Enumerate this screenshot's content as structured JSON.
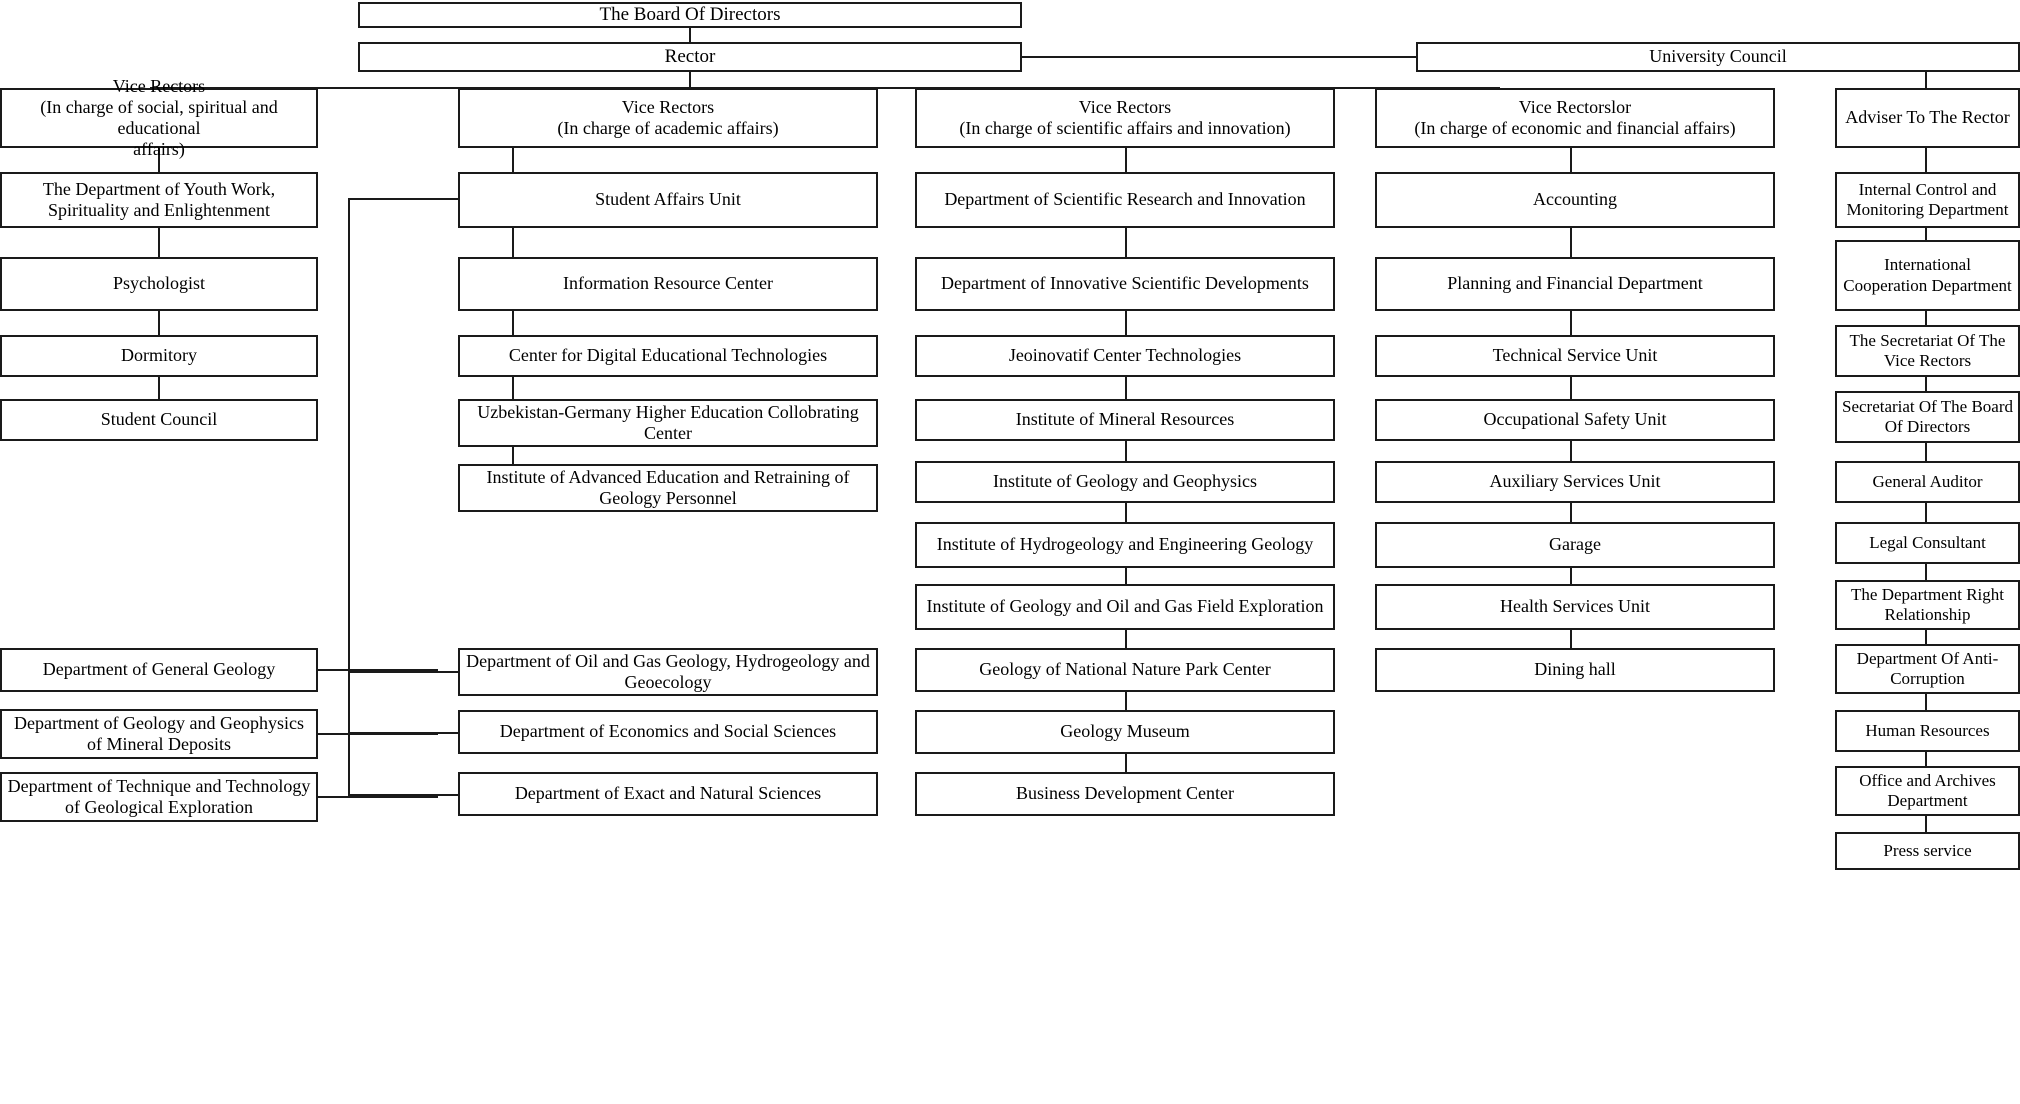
{
  "title": "University Organizational Structure Chart",
  "top": {
    "board": "The Board Of Directors",
    "rector": "Rector",
    "university_council": "University Council"
  },
  "columns": [
    {
      "id": "social",
      "head": "Vice Rectors\n(In charge of social, spiritual and educational affairs)",
      "head_line1": "Vice Rectors",
      "head_line2": "(In charge of social, spiritual and educational",
      "head_line3": "affairs)",
      "items": [
        "The Department of Youth Work, Spirituality and Enlightenment",
        "Psychologist",
        "Dormitory",
        "Student Council"
      ],
      "departments": [
        "Department of General Geology",
        "Department of Geology and Geophysics of Mineral Deposits",
        "Department of Technique and Technology of Geological Exploration"
      ]
    },
    {
      "id": "academic",
      "head_line1": "Vice Rectors",
      "head_line2": "(In charge of academic affairs)",
      "items": [
        "Student Affairs Unit",
        "Information Resource Center",
        "Center for Digital Educational Technologies",
        "Uzbekistan-Germany Higher Education Collobrating Center",
        "Institute of Advanced Education and Retraining of Geology Personnel"
      ],
      "departments": [
        "Department of Oil and Gas Geology, Hydrogeology and Geoecology",
        "Department of Economics and Social Sciences",
        "Department of Exact and  Natural Sciences"
      ]
    },
    {
      "id": "scientific",
      "head_line1": "Vice Rectors",
      "head_line2": "(In charge of scientific affairs and innovation)",
      "items": [
        "Department of Scientific Research and Innovation",
        "Department of Innovative  Scientific Developments",
        "Jeoinovatif Center Technologies",
        "Institute of Mineral Resources",
        "Institute of Geology and Geophysics",
        "Institute of Hydrogeology and Engineering Geology",
        "Institute of Geology and Oil and Gas Field Exploration",
        "Geology of National Nature Park Center",
        "Geology Museum",
        "Business Development Center"
      ]
    },
    {
      "id": "economic",
      "head_line1": "Vice Rectorslor",
      "head_line2": "(In charge of economic and financial affairs)",
      "items": [
        "Accounting",
        "Planning and Financial Department",
        "Technical Service Unit",
        "Occupational Safety Unit",
        "Auxiliary Services Unit",
        "Garage",
        "Health Services Unit",
        "Dining hall"
      ]
    },
    {
      "id": "adviser",
      "head_line1": "Adviser To The Rector",
      "head_line2": "",
      "items": [
        "Internal Control and Monitoring Department",
        "International Cooperation Department",
        "The Secretariat Of The Vice Rectors",
        "Secretariat Of The Board Of Directors",
        "General Auditor",
        "Legal Consultant",
        "The Department Right Relationship",
        "Department Of Anti-Corruption",
        "Human Resources",
        "Office and Archives Department",
        "Press service"
      ]
    }
  ]
}
